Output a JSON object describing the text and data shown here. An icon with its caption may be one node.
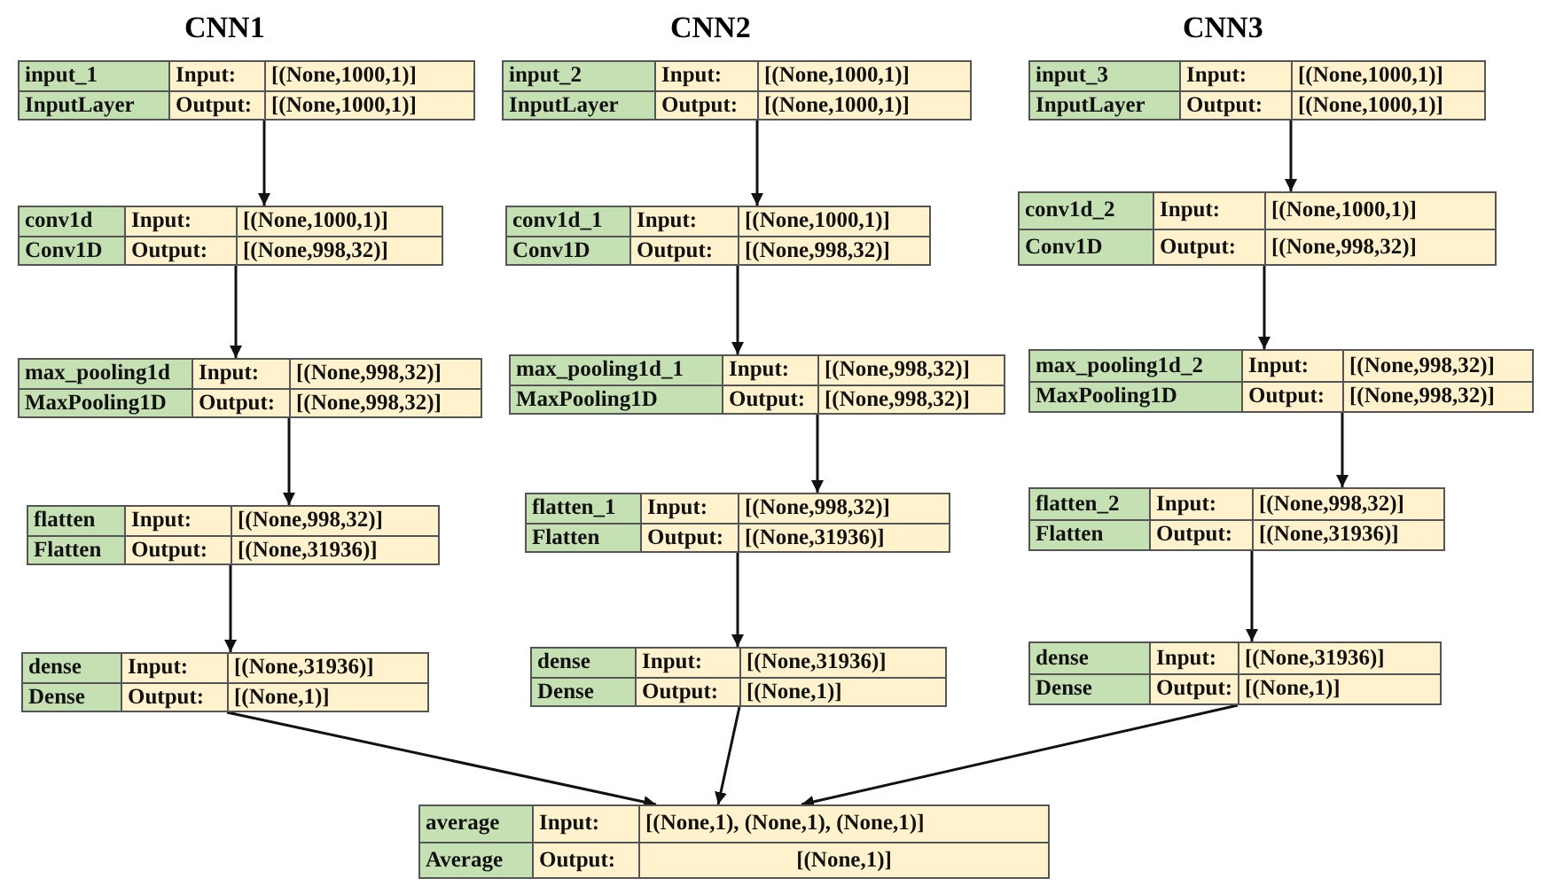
{
  "diagram": {
    "nodes": [
      {
        "text": [
          "input_1",
          "Input:",
          "[(None,1000,1)]",
          "InputLayer",
          "Output:",
          "[(None,1000,1)]"
        ]
      },
      {
        "text": [
          "conv1d",
          "Input:",
          "[(None,1000,1)]",
          "Conv1D",
          "Output:",
          "[(None,998,32)]"
        ]
      },
      {
        "text": [
          "max_pooling1d",
          "Input:",
          "[(None,998,32)]",
          "MaxPooling1D",
          "Output:",
          "[(None,998,32)]"
        ]
      },
      {
        "text": [
          "flatten",
          "Input:",
          "[(None,998,32)]",
          "Flatten",
          "Output:",
          "[(None,31936)]"
        ]
      },
      {
        "text": [
          "dense",
          "Input:",
          "[(None,31936)]",
          "Dense",
          "Output:",
          "[(None,1)]"
        ]
      },
      {
        "text": [
          "input_2",
          "Input:",
          "[(None,1000,1)]",
          "InputLayer",
          "Output:",
          "[(None,1000,1)]"
        ]
      },
      {
        "text": [
          "conv1d_1",
          "Input:",
          "[(None,1000,1)]",
          "Conv1D",
          "Output:",
          "[(None,998,32)]"
        ]
      },
      {
        "text": [
          "max_pooling1d_1",
          "Input:",
          "[(None,998,32)]",
          "MaxPooling1D",
          "Output:",
          "[(None,998,32)]"
        ]
      },
      {
        "text": [
          "flatten_1",
          "Input:",
          "[(None,998,32)]",
          "Flatten",
          "Output:",
          "[(None,31936)]"
        ]
      },
      {
        "text": [
          "dense",
          "Input:",
          "[(None,31936)]",
          "Dense",
          "Output:",
          "[(None,1)]"
        ]
      },
      {
        "text": [
          "input_3",
          "Input:",
          "[(None,1000,1)]",
          "InputLayer",
          "Output:",
          "[(None,1000,1)]"
        ]
      },
      {
        "text": [
          "conv1d_2",
          "Input:",
          "[(None,1000,1)]",
          "Conv1D",
          "Output:",
          "[(None,998,32)]"
        ]
      },
      {
        "text": [
          "max_pooling1d_2",
          "Input:",
          "[(None,998,32)]",
          "MaxPooling1D",
          "Output:",
          "[(None,998,32)]"
        ]
      },
      {
        "text": [
          "flatten_2",
          "Input:",
          "[(None,998,32)]",
          "Flatten",
          "Output:",
          "[(None,31936)]"
        ]
      },
      {
        "text": [
          "dense",
          "Input:",
          "[(None,31936)]",
          "Dense",
          "Output:",
          "[(None,1)]"
        ]
      },
      {
        "text": [
          "average",
          "Input:",
          "[(None,1), (None,1), (None,1)]",
          "Average",
          "Output:",
          "[(None,1)]"
        ]
      }
    ],
    "edges": [
      {
        "from": 0,
        "to": 1,
        "arrow": "to"
      },
      {
        "from": 1,
        "to": 2,
        "arrow": "to"
      },
      {
        "from": 2,
        "to": 3,
        "arrow": "to"
      },
      {
        "from": 3,
        "to": 4,
        "arrow": "to"
      },
      {
        "from": 5,
        "to": 6,
        "arrow": "to"
      },
      {
        "from": 6,
        "to": 7,
        "arrow": "to"
      },
      {
        "from": 7,
        "to": 8,
        "arrow": "to"
      },
      {
        "from": 8,
        "to": 9,
        "arrow": "to"
      },
      {
        "from": 10,
        "to": 11,
        "arrow": "to"
      },
      {
        "from": 11,
        "to": 12,
        "arrow": "to"
      },
      {
        "from": 12,
        "to": 13,
        "arrow": "to"
      },
      {
        "from": 13,
        "to": 14,
        "arrow": "to"
      },
      {
        "from": 4,
        "to": 15,
        "arrow": "to"
      },
      {
        "from": 9,
        "to": 15,
        "arrow": "to"
      },
      {
        "from": 14,
        "to": 15,
        "arrow": "to"
      }
    ],
    "labels": [
      "CNN1",
      "CNN2",
      "CNN3"
    ]
  }
}
